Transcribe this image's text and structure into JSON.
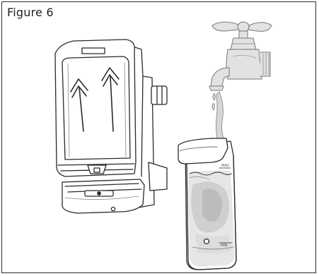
{
  "figure": {
    "caption": "Figure 6",
    "tank_marks": {
      "max": "MAX",
      "min": "MIN"
    },
    "icons": [
      "coffee-machine-icon",
      "water-tap-icon",
      "water-tank-icon",
      "up-arrow-icon"
    ]
  }
}
